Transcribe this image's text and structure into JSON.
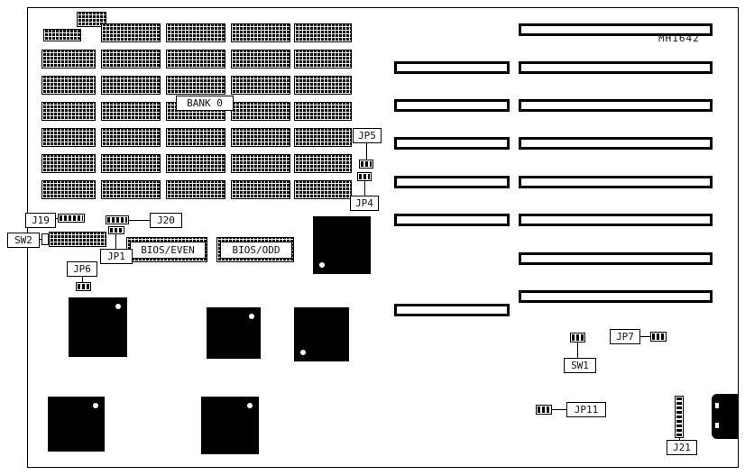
{
  "diagram": {
    "part_number": "MH1642",
    "labels": {
      "bank0": "BANK 0",
      "j19": "J19",
      "j20": "J20",
      "sw2": "SW2",
      "jp1": "JP1",
      "jp5": "JP5",
      "jp4": "JP4",
      "jp6": "JP6",
      "bios_even": "BIOS/EVEN",
      "bios_odd": "BIOS/ODD",
      "sw1": "SW1",
      "jp7": "JP7",
      "jp11": "JP11",
      "j21": "J21"
    }
  }
}
